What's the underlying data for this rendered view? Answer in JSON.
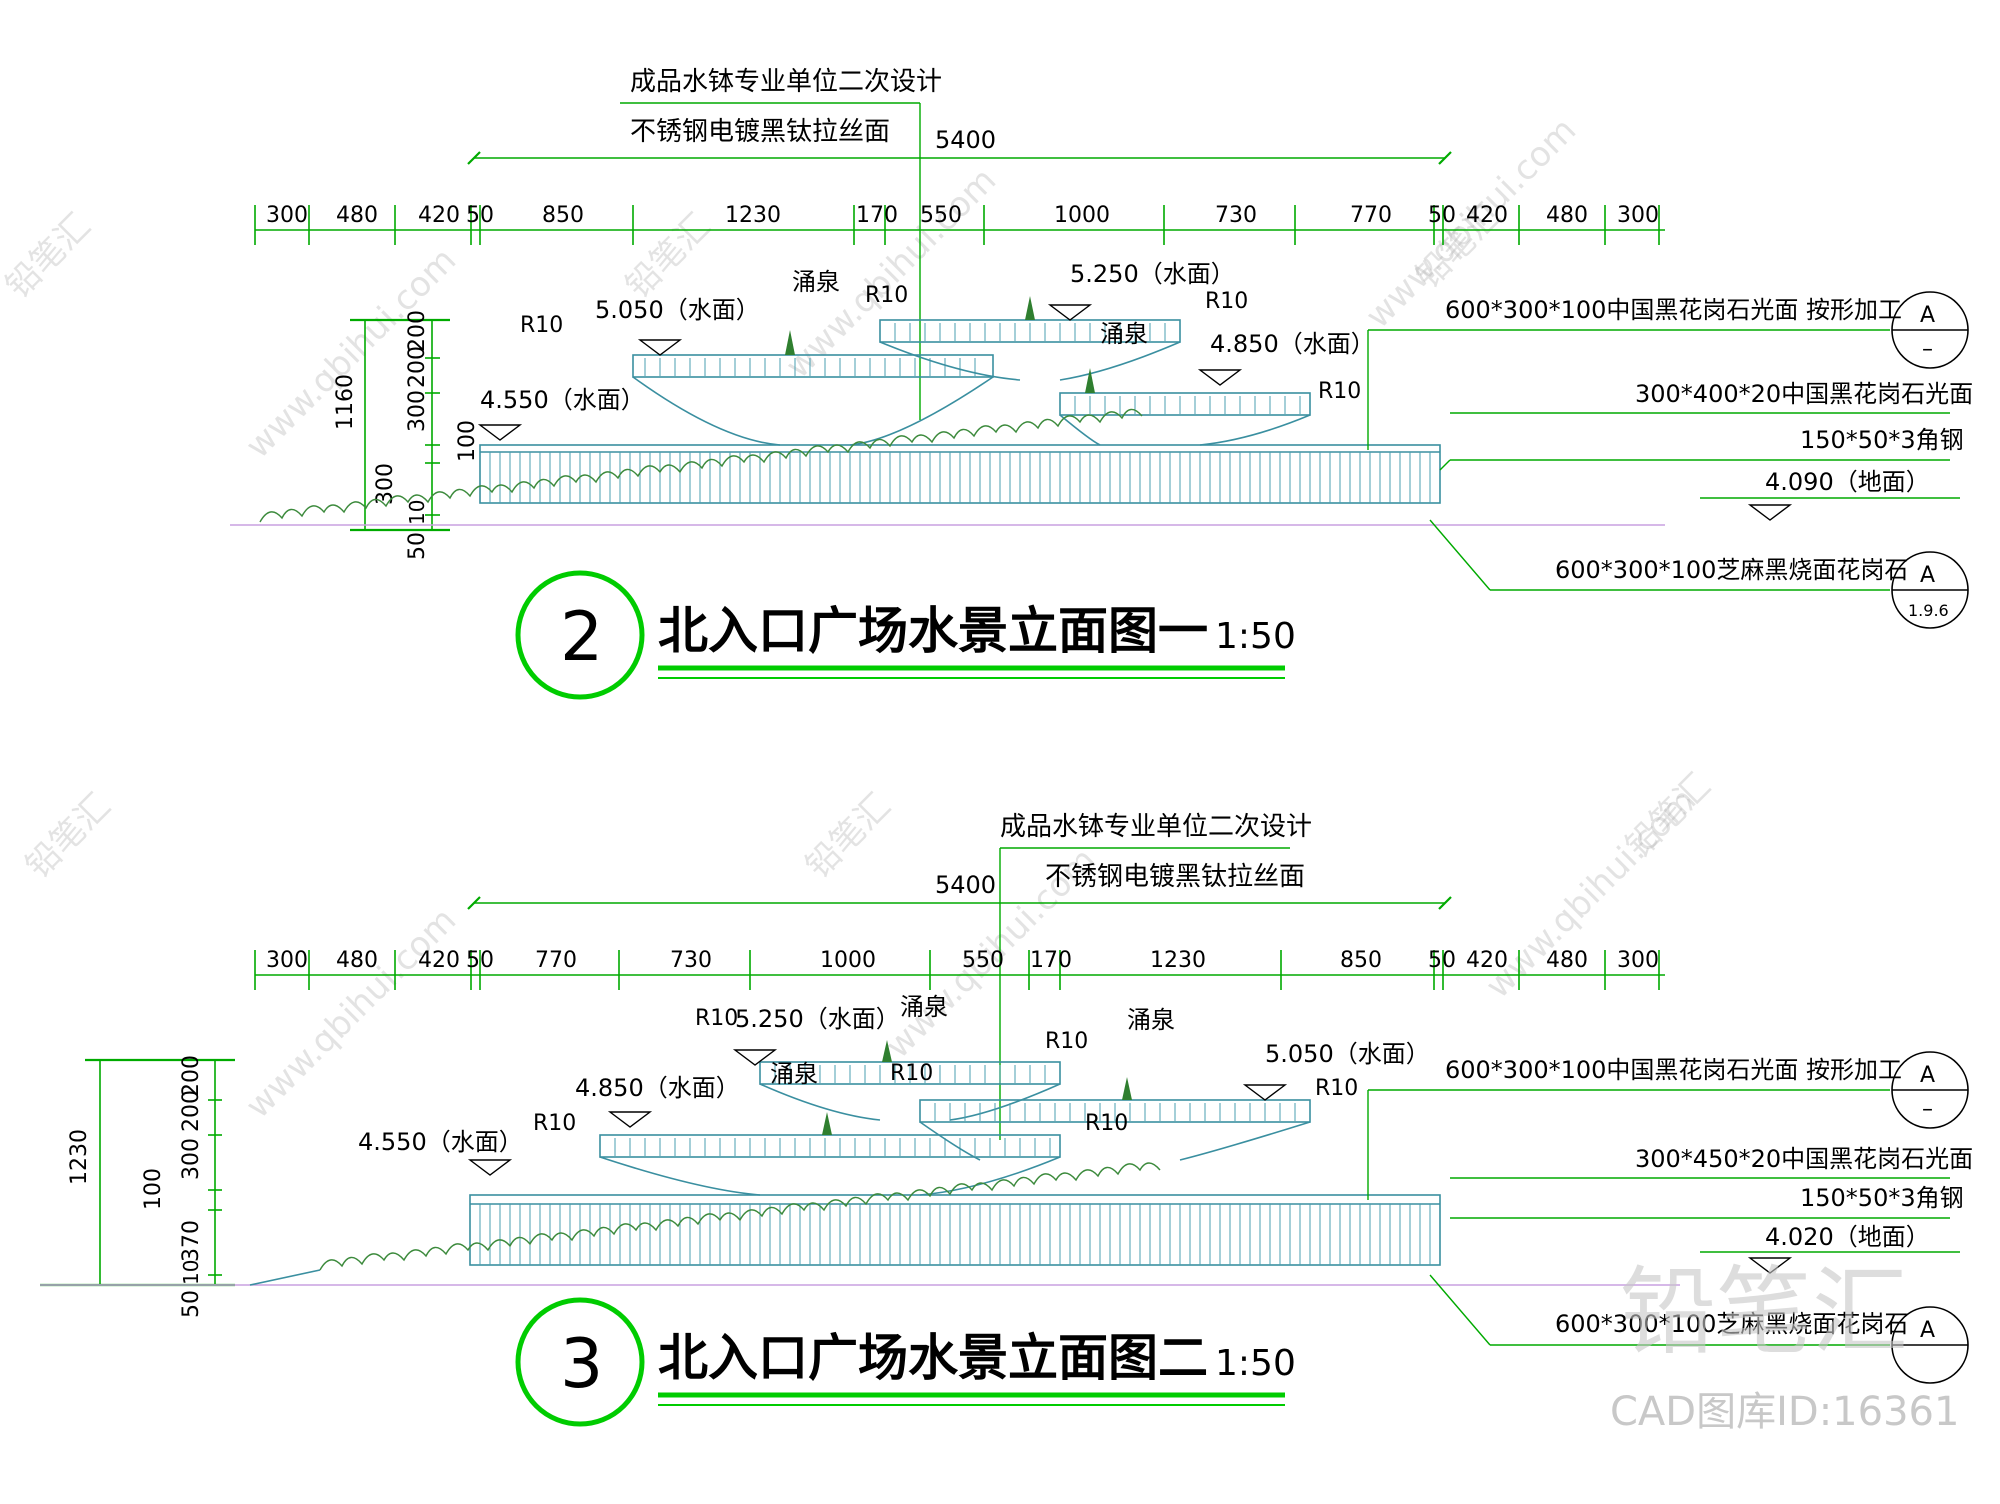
{
  "views": [
    {
      "number": "2",
      "title": "北入口广场水景立面图一",
      "scale": "1:50",
      "notes": [
        "成品水钵专业单位二次设计",
        "不锈钢电镀黑钛拉丝面"
      ],
      "overall_dim": "5400",
      "segment_dims": [
        "300",
        "480",
        "420",
        "50",
        "850",
        "1230",
        "170",
        "550",
        "1000",
        "730",
        "770",
        "50",
        "420",
        "480",
        "300"
      ],
      "vertical_dims": [
        "1160",
        "300",
        "200",
        "200",
        "100",
        "300",
        "50",
        "10"
      ],
      "levels": [
        "5.050（水面）",
        "5.250（水面）",
        "4.850（水面）",
        "4.550（水面）",
        "4.090（地面）"
      ],
      "fountain_labels": [
        "涌泉",
        "涌泉"
      ],
      "radius_labels": [
        "R10",
        "R10",
        "R10",
        "R10"
      ],
      "materials": [
        "600*300*100中国黑花岗石光面 按形加工",
        "300*400*20中国黑花岗石光面",
        "150*50*3角钢",
        "600*300*100芝麻黑烧面花岗石"
      ],
      "callouts": [
        {
          "top": "A",
          "bottom": "–"
        },
        {
          "top": "A",
          "bottom": "1.9.6"
        }
      ]
    },
    {
      "number": "3",
      "title": "北入口广场水景立面图二",
      "scale": "1:50",
      "notes": [
        "成品水钵专业单位二次设计",
        "不锈钢电镀黑钛拉丝面"
      ],
      "overall_dim": "5400",
      "segment_dims": [
        "300",
        "480",
        "420",
        "50",
        "770",
        "730",
        "1000",
        "550",
        "170",
        "1230",
        "850",
        "50",
        "420",
        "480",
        "300"
      ],
      "vertical_dims": [
        "1230",
        "300",
        "200",
        "200",
        "100",
        "370",
        "10",
        "50"
      ],
      "levels": [
        "5.250（水面）",
        "4.850（水面）",
        "4.550（水面）",
        "5.050（水面）",
        "4.020（地面）"
      ],
      "fountain_labels": [
        "涌泉",
        "涌泉",
        "涌泉"
      ],
      "radius_labels": [
        "R10",
        "R10",
        "R10",
        "R10",
        "R10",
        "R10"
      ],
      "materials": [
        "600*300*100中国黑花岗石光面 按形加工",
        "300*450*20中国黑花岗石光面",
        "150*50*3角钢",
        "600*300*100芝麻黑烧面花岗石"
      ],
      "callouts": [
        {
          "top": "A",
          "bottom": "–"
        },
        {
          "top": "A",
          "bottom": ""
        }
      ]
    }
  ],
  "watermark": {
    "brand": "铅笔汇",
    "site": "www.qbihui.com",
    "id_text": "CAD图库ID:16361"
  },
  "colors": {
    "dimension": "#00aa00",
    "title_ring": "#00cc00",
    "structure": "#3a8fa0",
    "ground": "#c8a0e0"
  }
}
